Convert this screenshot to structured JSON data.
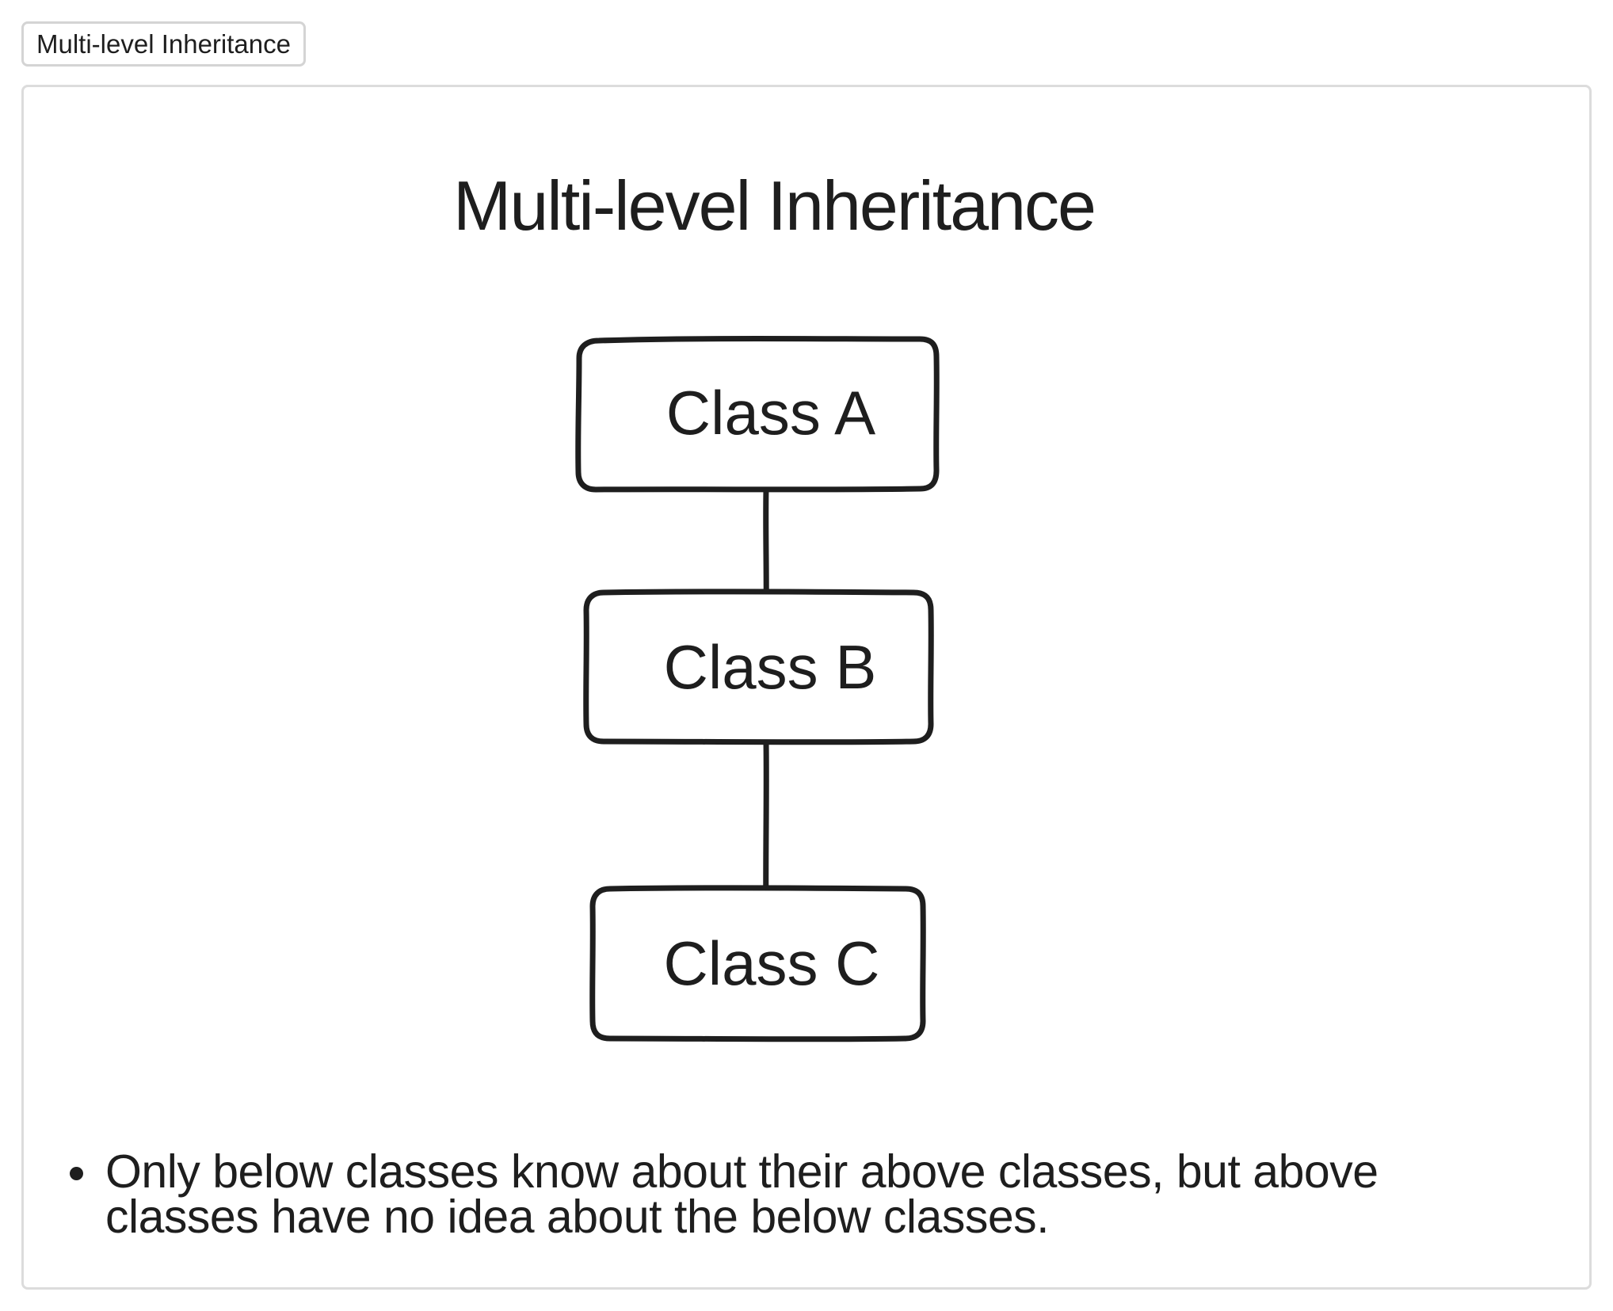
{
  "tab": {
    "label": "Multi-level Inheritance"
  },
  "diagram": {
    "title": "Multi-level Inheritance",
    "nodes": [
      {
        "id": "a",
        "label": "Class A"
      },
      {
        "id": "b",
        "label": "Class B"
      },
      {
        "id": "c",
        "label": "Class C"
      }
    ],
    "edges": [
      {
        "from": "a",
        "to": "b"
      },
      {
        "from": "b",
        "to": "c"
      }
    ],
    "stroke_color": "#1e1e1e"
  },
  "notes": [
    "Only below classes know about their above classes, but above classes have no idea about the below classes."
  ]
}
